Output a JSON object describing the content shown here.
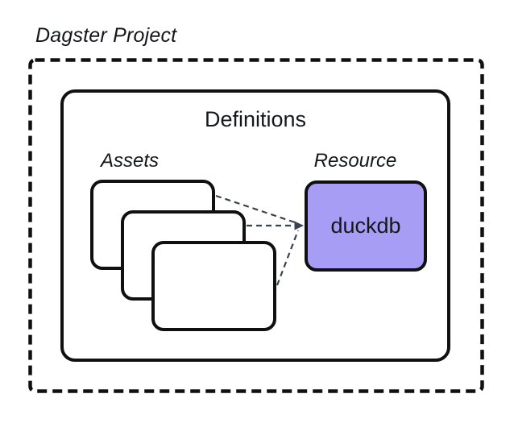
{
  "colors": {
    "background": "#ffffff",
    "border": "#101010",
    "connector": "#3a4150",
    "card_fill": "#ffffff",
    "resource_fill": "#a89df5"
  },
  "diagram": {
    "title": "Dagster Project",
    "definitions": {
      "label": "Definitions"
    },
    "assets": {
      "label": "Assets",
      "card_count": 3
    },
    "resource": {
      "label": "Resource",
      "name": "duckdb"
    }
  }
}
